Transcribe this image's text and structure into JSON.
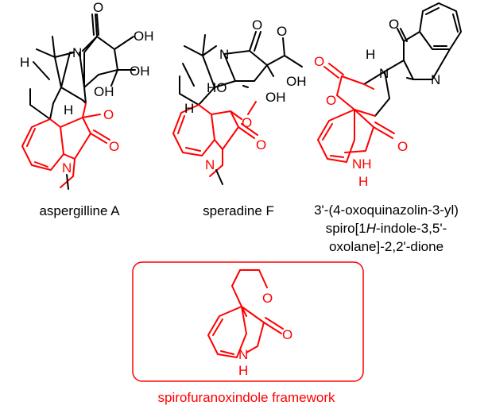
{
  "compounds": [
    {
      "caption": "aspergilline A",
      "atoms": {
        "n1": "N",
        "o_carbonyl": "O",
        "oh1": "OH",
        "oh2": "OH",
        "oh3": "OH",
        "h1": "H",
        "h2": "H",
        "o_ring": "O",
        "o_lactam": "O",
        "n_methyl": "N"
      }
    },
    {
      "caption": "speradine F",
      "atoms": {
        "n1": "N",
        "o_carbonyl": "O",
        "o_acetyl": "O",
        "ho1": "HO",
        "oh1": "OH",
        "oh2": "OH",
        "h1": "H",
        "o_ring": "O",
        "o_lactam": "O",
        "n_methyl": "N"
      }
    },
    {
      "caption_lines": [
        "3'-(4-oxoquinazolin-3-yl)",
        "spiro[1",
        "H",
        "-indole-3,5'-",
        "oxolane]-2,2'-dione"
      ],
      "atoms": {
        "o_quin": "O",
        "n3": "N",
        "n1": "N",
        "o_lactone_c": "O",
        "h_stereo": "H",
        "o_lactone": "O",
        "o_oxindole": "O",
        "nh": "NH",
        "nh_h": "H"
      }
    }
  ],
  "framework": {
    "caption": "spirofuranoxindole framework",
    "atoms": {
      "o_ring": "O",
      "o_carbonyl": "O",
      "nh": "N",
      "nh_h": "H"
    }
  },
  "colors": {
    "highlight": "#ff0000",
    "structure": "#000000"
  }
}
